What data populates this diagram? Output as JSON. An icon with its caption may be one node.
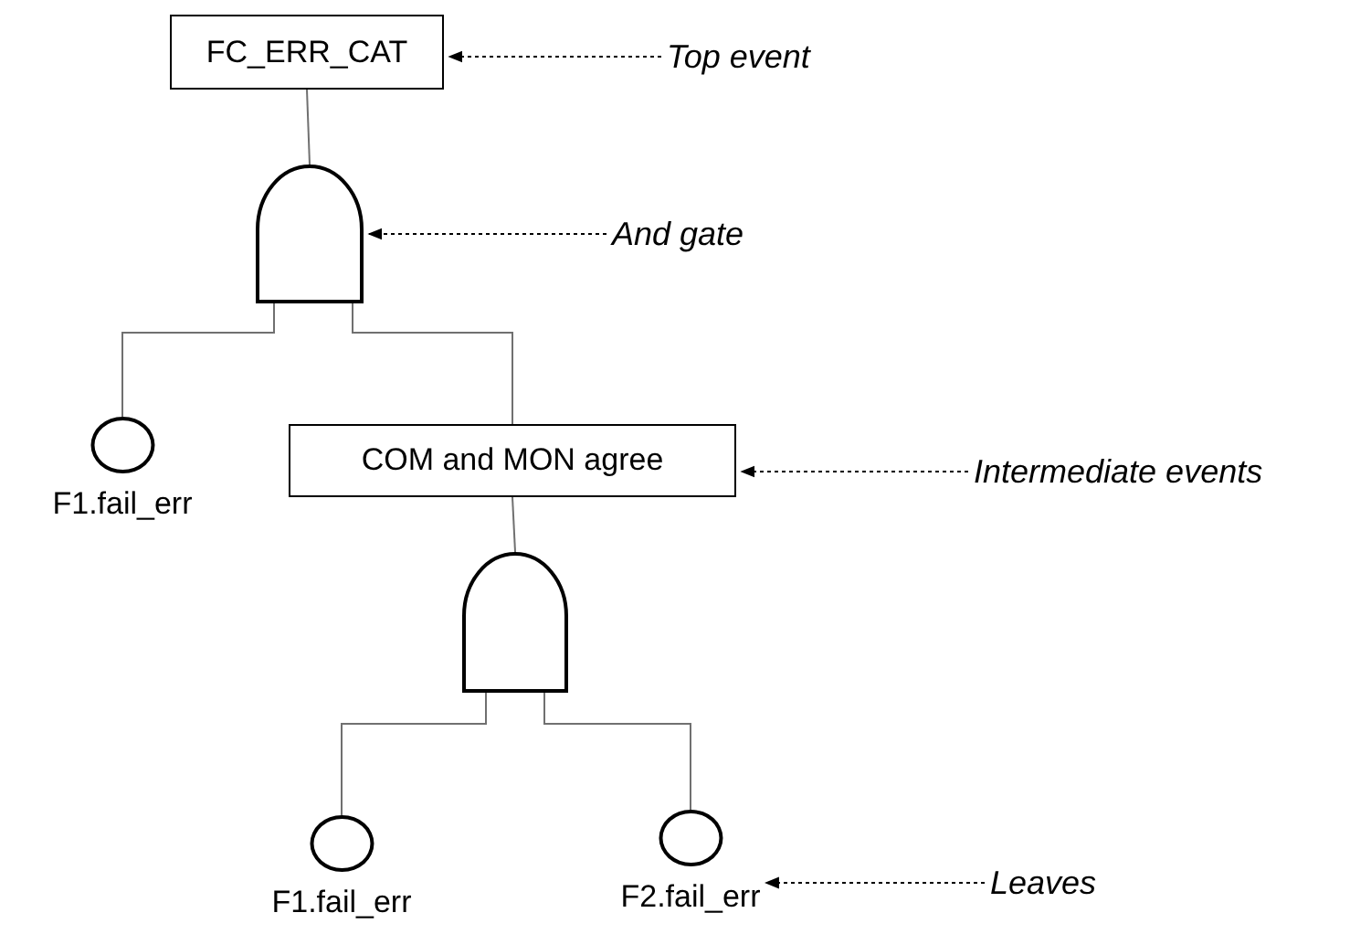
{
  "diagram": {
    "nodes": [
      {
        "text": [
          "FC_ERR_CAT"
        ]
      },
      {
        "text": [],
        "shape": "gate"
      },
      {
        "text": [
          "F1.fail_err"
        ]
      },
      {
        "text": [
          "COM and MON agree"
        ]
      },
      {
        "text": [],
        "shape": "gate"
      },
      {
        "text": [
          "F1.fail_err"
        ]
      },
      {
        "text": [
          "F2.fail_err"
        ]
      },
      {
        "text": [
          "Top event"
        ]
      },
      {
        "text": [
          "And gate"
        ]
      },
      {
        "text": [
          "Intermediate events"
        ]
      },
      {
        "text": [
          "Leaves"
        ]
      }
    ],
    "edges": [
      {
        "from": 0,
        "to": 1,
        "arrow": "none"
      },
      {
        "from": 1,
        "to": 2,
        "arrow": "none"
      },
      {
        "from": 1,
        "to": 3,
        "arrow": "none"
      },
      {
        "from": 3,
        "to": 4,
        "arrow": "none"
      },
      {
        "from": 4,
        "to": 5,
        "arrow": "none"
      },
      {
        "from": 4,
        "to": 6,
        "arrow": "none"
      },
      {
        "from": 7,
        "to": 0,
        "arrow": "to",
        "style": "dashed",
        "color": "#000000"
      },
      {
        "from": 8,
        "to": 1,
        "arrow": "to",
        "style": "dashed",
        "color": "#000000"
      },
      {
        "from": 9,
        "to": 3,
        "arrow": "to",
        "style": "dashed",
        "color": "#000000"
      },
      {
        "from": 10,
        "to": 6,
        "arrow": "to",
        "style": "dashed",
        "color": "#000000"
      }
    ]
  }
}
